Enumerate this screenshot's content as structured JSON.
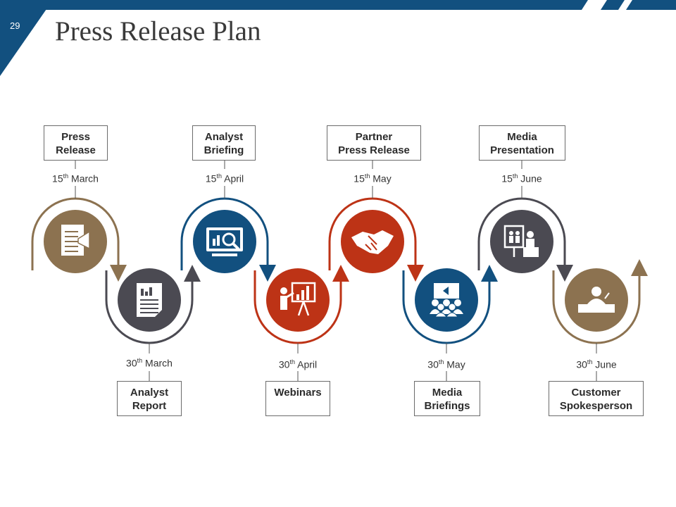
{
  "page_number": "29",
  "title": "Press Release Plan",
  "colors": {
    "header_blue": "#12507f",
    "brown": "#8c7250",
    "dark_gray": "#4b4a52",
    "red": "#bd3316",
    "blue": "#12507f"
  },
  "milestones": [
    {
      "label": "Press\nRelease",
      "date_day": "15",
      "date_suffix": "th",
      "date_month": "March",
      "color": "#8c7250",
      "icon": "press-release-megaphone-icon"
    },
    {
      "label": "Analyst\nReport",
      "date_day": "30",
      "date_suffix": "th",
      "date_month": "March",
      "color": "#4b4a52",
      "icon": "report-document-icon"
    },
    {
      "label": "Analyst\nBriefing",
      "date_day": "15",
      "date_suffix": "th",
      "date_month": "April",
      "color": "#12507f",
      "icon": "monitor-analysis-icon"
    },
    {
      "label": "Webinars",
      "date_day": "30",
      "date_suffix": "th",
      "date_month": "April",
      "color": "#bd3316",
      "icon": "presenter-chart-icon"
    },
    {
      "label": "Partner\nPress Release",
      "date_day": "15",
      "date_suffix": "th",
      "date_month": "May",
      "color": "#bd3316",
      "icon": "handshake-icon"
    },
    {
      "label": "Media\nBriefings",
      "date_day": "30",
      "date_suffix": "th",
      "date_month": "May",
      "color": "#12507f",
      "icon": "audience-screen-icon"
    },
    {
      "label": "Media\nPresentation",
      "date_day": "15",
      "date_suffix": "th",
      "date_month": "June",
      "color": "#4b4a52",
      "icon": "presentation-board-icon"
    },
    {
      "label": "Customer\nSpokesperson",
      "date_day": "30",
      "date_suffix": "th",
      "date_month": "June",
      "color": "#8c7250",
      "icon": "speaker-podium-icon"
    }
  ]
}
